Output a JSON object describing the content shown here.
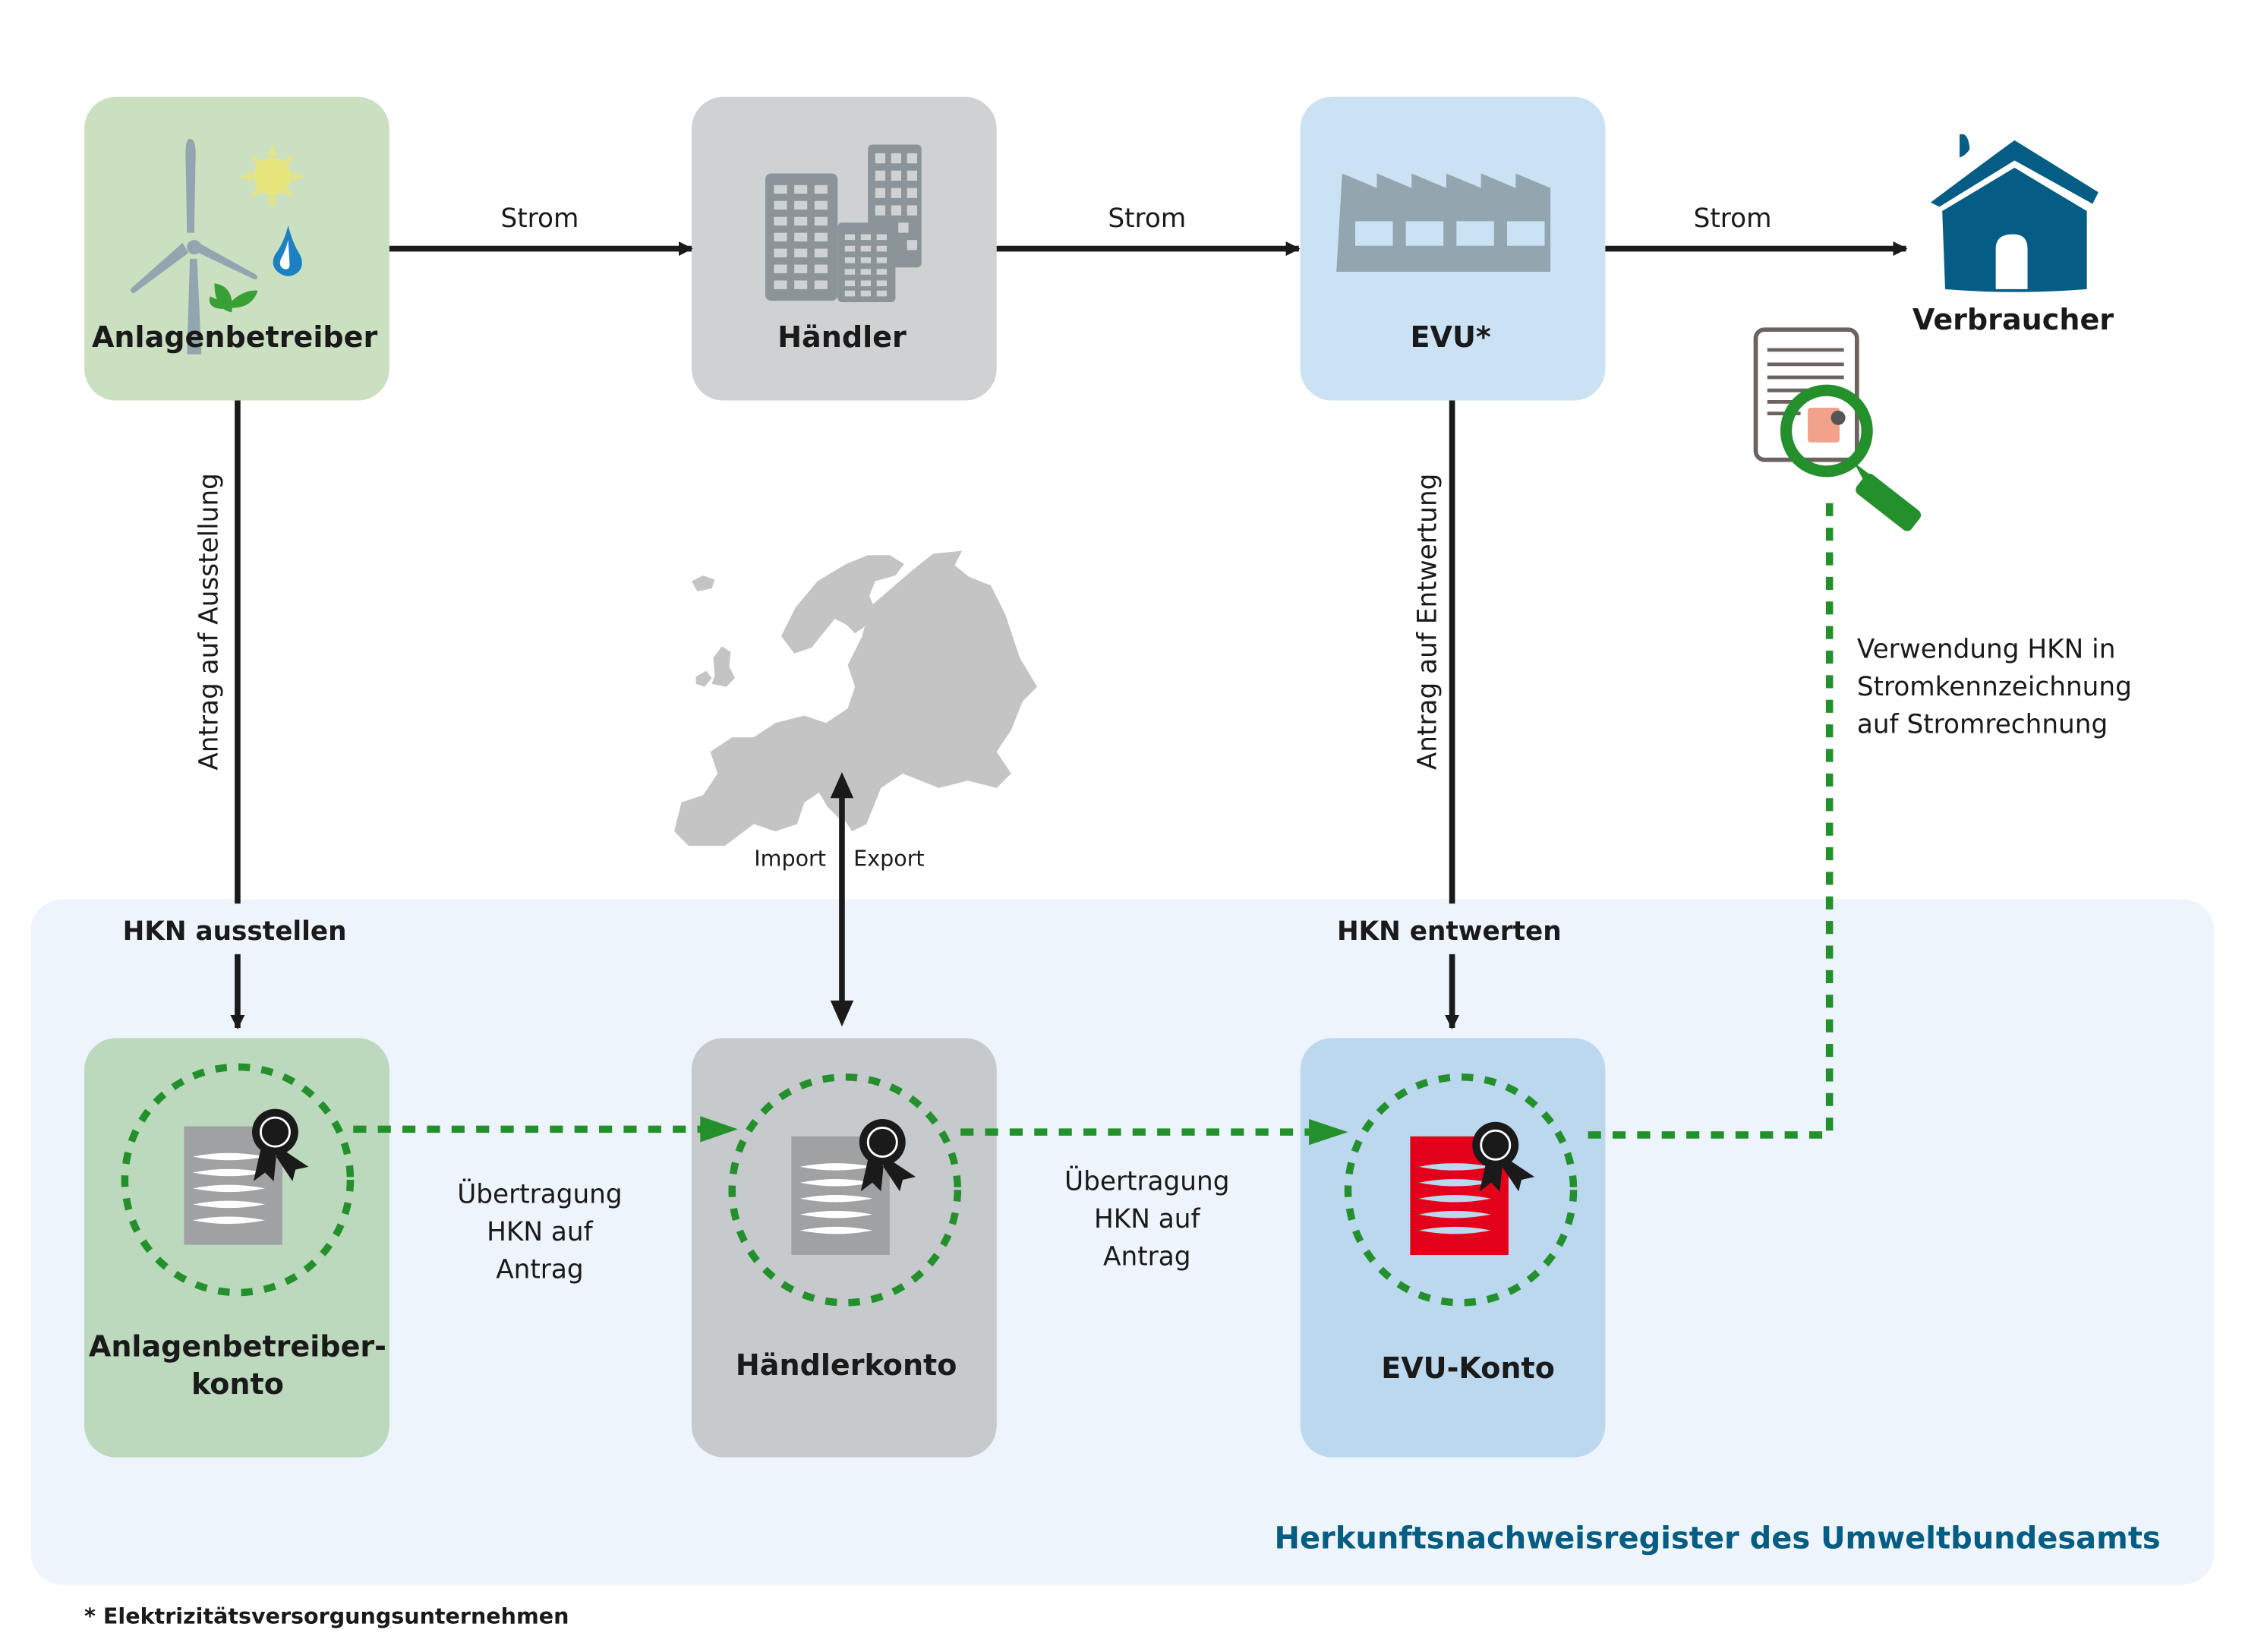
{
  "colors": {
    "green_box": "#cbe0c1",
    "green_box_lower": "#bcd9bd",
    "grey_box": "#cfd1d3",
    "grey_box_lower": "#c6cacd",
    "blue_box": "#cbe1f4",
    "blue_box_lower": "#bcd8ef",
    "register_panel": "#edf4fb",
    "arrow": "#1a1a1a",
    "dotted_green": "#23902c",
    "house": "#055d85",
    "register_title": "#065d83",
    "certificate_grey": "#a0a1a3",
    "certificate_red": "#e2001a",
    "icon_grey": "#93a5af"
  },
  "top_row": {
    "nodes": [
      {
        "id": "anlagenbetreiber",
        "label": "Anlagenbetreiber",
        "icon": "renewables-icon"
      },
      {
        "id": "haendler",
        "label": "Händler",
        "icon": "buildings-icon"
      },
      {
        "id": "evu",
        "label": "EVU*",
        "icon": "factory-icon"
      },
      {
        "id": "verbraucher",
        "label": "Verbraucher",
        "icon": "house-icon"
      }
    ],
    "flows": [
      {
        "from": "anlagenbetreiber",
        "to": "haendler",
        "label": "Strom"
      },
      {
        "from": "haendler",
        "to": "evu",
        "label": "Strom"
      },
      {
        "from": "evu",
        "to": "verbraucher",
        "label": "Strom"
      }
    ]
  },
  "vertical_flows": {
    "issue_request": "Antrag auf Ausstellung",
    "cancel_request": "Antrag auf Entwertung",
    "issue_action": "HKN ausstellen",
    "cancel_action": "HKN entwerten",
    "import": "Import",
    "export": "Export"
  },
  "disclosure": {
    "label_lines": [
      "Verwendung HKN in",
      "Stromkennzeichnung",
      "auf Stromrechnung"
    ],
    "icon": "bill-magnifier-icon"
  },
  "register": {
    "title": "Herkunftsnachweisregister des Umweltbundesamts",
    "accounts": [
      {
        "id": "anlagenbetreiberkonto",
        "label_lines": [
          "Anlagenbetreiber-",
          "konto"
        ],
        "certificate": "grey"
      },
      {
        "id": "haendlerkonto",
        "label_lines": [
          "Händlerkonto"
        ],
        "certificate": "grey"
      },
      {
        "id": "evu_konto",
        "label_lines": [
          "EVU-Konto"
        ],
        "certificate": "red"
      }
    ],
    "transfers": [
      {
        "label_lines": [
          "Übertragung",
          "HKN auf",
          "Antrag"
        ]
      },
      {
        "label_lines": [
          "Übertragung",
          "HKN auf",
          "Antrag"
        ]
      }
    ]
  },
  "footnote": "* Elektrizitätsversorgungsunternehmen"
}
